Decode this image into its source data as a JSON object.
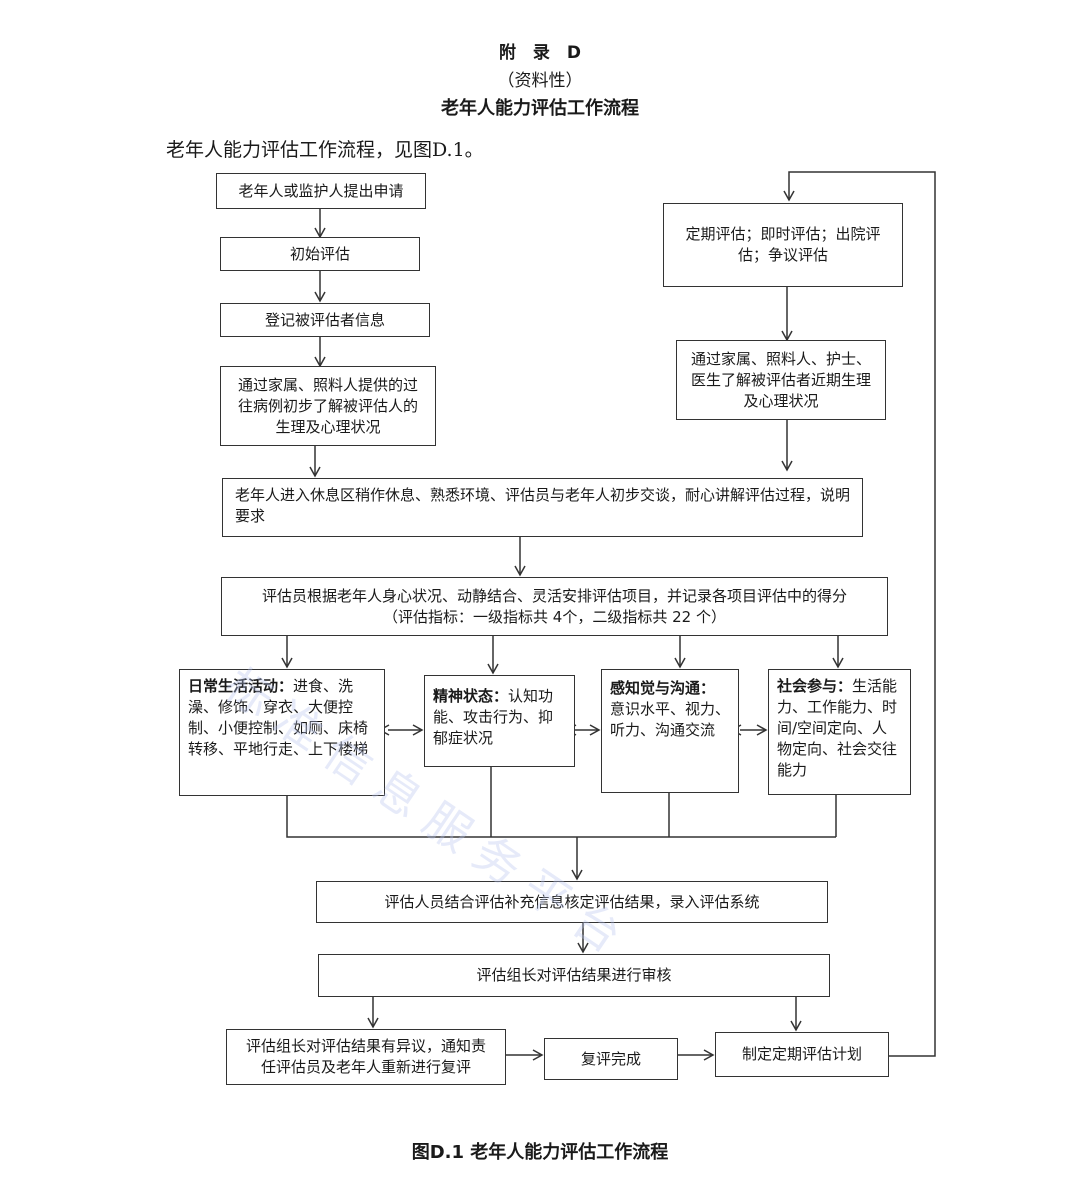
{
  "header": {
    "appendix": "附　录　D",
    "nature": "（资料性）",
    "title": "老年人能力评估工作流程"
  },
  "intro": "老年人能力评估工作流程，见图D.1。",
  "nodes": {
    "apply": "老年人或监护人提出申请",
    "initial": "初始评估",
    "register": "登记被评估者信息",
    "history": "通过家属、照料人提供的过往病例初步了解被评估人的生理及心理状况",
    "periodic": "定期评估；即时评估；出院评估；争议评估",
    "recent": "通过家属、照料人、护士、医生了解被评估者近期生理及心理状况",
    "rest": "老年人进入休息区稍作休息、熟悉环境、评估员与老年人初步交谈，耐心讲解评估过程，说明要求",
    "arrange": "评估员根据老年人身心状况、动静结合、灵活安排评估项目，并记录各项目评估中的得分",
    "indicators": "（评估指标：一级指标共 4个，二级指标共 22 个）",
    "daily_title": "日常生活活动：",
    "daily_body": "进食、洗澡、修饰、穿衣、大便控制、小便控制、如厕、床椅转移、平地行走、上下楼梯",
    "mental_title": "精神状态：",
    "mental_body": "认知功能、攻击行为、抑郁症状况",
    "sense_title": "感知觉与沟通：",
    "sense_body": "意识水平、视力、听力、沟通交流",
    "social_title": "社会参与：",
    "social_body": "生活能力、工作能力、时间/空间定向、人物定向、社会交往能力",
    "combine": "评估人员结合评估补充信息核定评估结果，录入评估系统",
    "review": "评估组长对评估结果进行审核",
    "objection": "评估组长对评估结果有异议，通知责任评估员及老年人重新进行复评",
    "recheck_done": "复评完成",
    "plan": "制定定期评估计划"
  },
  "watermark": "标准信息服务平台",
  "caption": "图D.1 老年人能力评估工作流程"
}
